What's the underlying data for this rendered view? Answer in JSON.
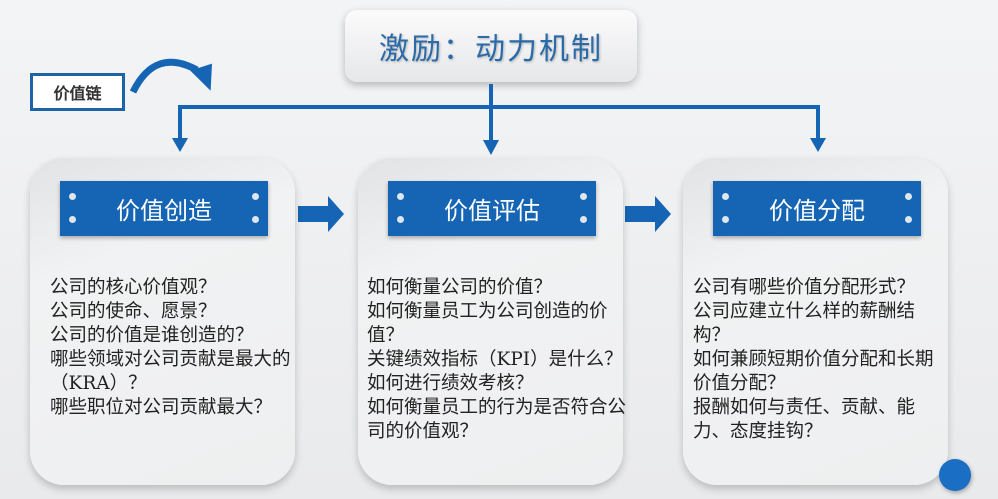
{
  "title": "激励：动力机制",
  "value_chain_label": "价值链",
  "colors": {
    "accent": "#1565b4"
  },
  "stages": [
    {
      "label": "价值创造",
      "questions": [
        "公司的核心价值观？",
        "公司的使命、愿景？",
        "公司的价值是谁创造的？",
        "哪些领域对公司贡献是最大的（KRA）？",
        "哪些职位对公司贡献最大？"
      ]
    },
    {
      "label": "价值评估",
      "questions": [
        "如何衡量公司的价值？",
        "如何衡量员工为公司创造的价值？",
        "关键绩效指标（KPI）是什么？",
        "如何进行绩效考核？",
        "如何衡量员工的行为是否符合公司的价值观？"
      ]
    },
    {
      "label": "价值分配",
      "questions": [
        "公司有哪些价值分配形式？",
        "公司应建立什么样的薪酬结构？",
        "如何兼顾短期价值分配和长期价值分配？",
        "报酬如何与责任、贡献、能力、态度挂钩？"
      ]
    }
  ]
}
